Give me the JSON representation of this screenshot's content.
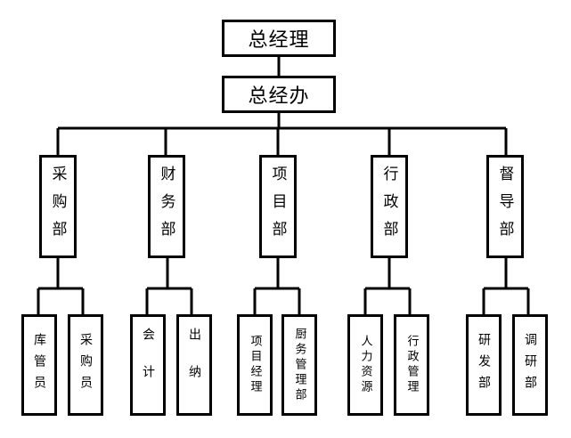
{
  "root": {
    "title": "总经理"
  },
  "office": {
    "title": "总经办"
  },
  "departments": [
    {
      "name": "采购部",
      "subs": [
        "库管员",
        "采购员"
      ]
    },
    {
      "name": "财务部",
      "subs": [
        "会计",
        "出纳"
      ]
    },
    {
      "name": "项目部",
      "subs": [
        "项目经理",
        "厨务管理部"
      ]
    },
    {
      "name": "行政部",
      "subs": [
        "人力资源",
        "行政管理"
      ]
    },
    {
      "name": "督导部",
      "subs": [
        "研发部",
        "调研部"
      ]
    }
  ]
}
